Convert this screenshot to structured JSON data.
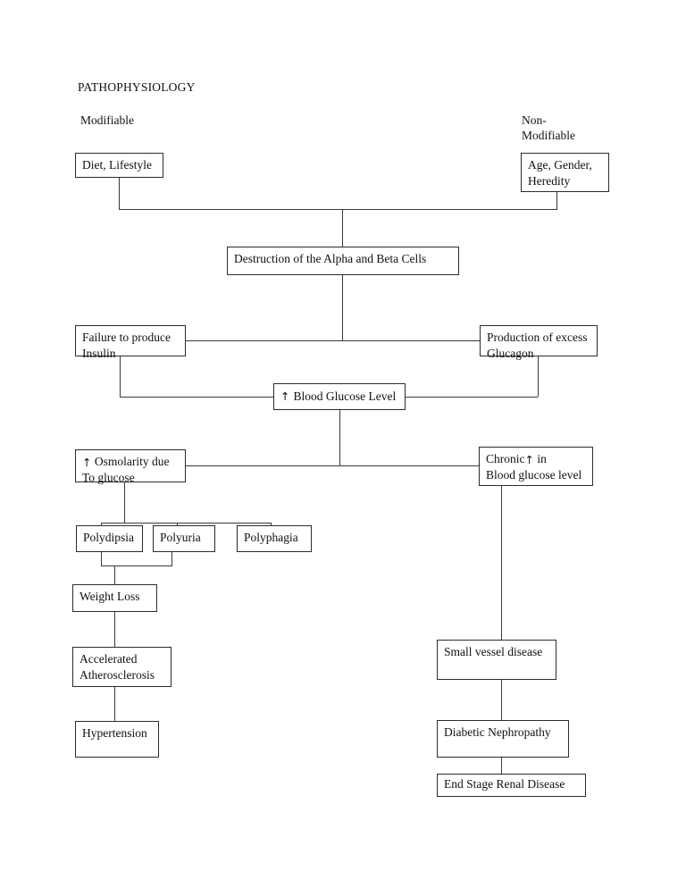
{
  "page": {
    "title": "PATHOPHYSIOLOGY",
    "background": "#ffffff",
    "line_color": "#3a3a3a",
    "border_color": "#2b2b2b",
    "text_color": "#111111"
  },
  "column_labels": {
    "left": "Modifiable",
    "right": "Non-\nModifiable"
  },
  "arrow_glyph": "↑",
  "nodes": {
    "diet_lifestyle": "Diet, Lifestyle",
    "age_gender_heredity": "Age, Gender,\nHeredity",
    "destruction_cells": "Destruction of the Alpha and Beta Cells",
    "failure_insulin": "Failure to produce\nInsulin",
    "excess_glucagon": "Production of excess\nGlucagon",
    "blood_glucose_level": "Blood Glucose Level",
    "osmolarity": " Osmolarity due\nTo glucose",
    "chronic_prefix": "Chronic",
    "chronic_suffix": " in\nBlood glucose level",
    "polydipsia": "Polydipsia",
    "polyuria": "Polyuria",
    "polyphagia": "Polyphagia",
    "weight_loss": "Weight Loss",
    "accelerated_atherosclerosis": "Accelerated\nAtherosclerosis",
    "hypertension": "Hypertension",
    "small_vessel_disease": "Small vessel disease",
    "diabetic_nephropathy": "Diabetic Nephropathy",
    "end_stage_renal_disease": "End Stage Renal Disease"
  },
  "chart_data": {
    "type": "diagram",
    "title": "PATHOPHYSIOLOGY",
    "subtype": "flowchart",
    "groups": [
      {
        "name": "Modifiable",
        "members": [
          "Diet, Lifestyle"
        ]
      },
      {
        "name": "Non-Modifiable",
        "members": [
          "Age, Gender, Heredity"
        ]
      }
    ],
    "nodes": [
      "Diet, Lifestyle",
      "Age, Gender, Heredity",
      "Destruction of the Alpha and Beta Cells",
      "Failure to produce Insulin",
      "Production of excess Glucagon",
      "↑ Blood Glucose Level",
      "↑ Osmolarity due To glucose",
      "Chronic ↑ in Blood glucose level",
      "Polydipsia",
      "Polyuria",
      "Polyphagia",
      "Weight Loss",
      "Accelerated Atherosclerosis",
      "Hypertension",
      "Small vessel disease",
      "Diabetic Nephropathy",
      "End Stage Renal Disease"
    ],
    "edges": [
      {
        "from": "Diet, Lifestyle",
        "to": "Destruction of the Alpha and Beta Cells"
      },
      {
        "from": "Age, Gender, Heredity",
        "to": "Destruction of the Alpha and Beta Cells"
      },
      {
        "from": "Destruction of the Alpha and Beta Cells",
        "to": "Failure to produce Insulin"
      },
      {
        "from": "Destruction of the Alpha and Beta Cells",
        "to": "Production of excess Glucagon"
      },
      {
        "from": "Failure to produce Insulin",
        "to": "↑ Blood Glucose Level"
      },
      {
        "from": "Production of excess Glucagon",
        "to": "↑ Blood Glucose Level"
      },
      {
        "from": "↑ Blood Glucose Level",
        "to": "↑ Osmolarity due To glucose"
      },
      {
        "from": "↑ Blood Glucose Level",
        "to": "Chronic ↑ in Blood glucose level"
      },
      {
        "from": "↑ Osmolarity due To glucose",
        "to": "Polydipsia"
      },
      {
        "from": "↑ Osmolarity due To glucose",
        "to": "Polyuria"
      },
      {
        "from": "↑ Osmolarity due To glucose",
        "to": "Polyphagia"
      },
      {
        "from": "Polydipsia",
        "to": "Weight Loss"
      },
      {
        "from": "Polyuria",
        "to": "Weight Loss"
      },
      {
        "from": "Weight Loss",
        "to": "Accelerated Atherosclerosis"
      },
      {
        "from": "Accelerated Atherosclerosis",
        "to": "Hypertension"
      },
      {
        "from": "Chronic ↑ in Blood glucose level",
        "to": "Small vessel disease"
      },
      {
        "from": "Small vessel disease",
        "to": "Diabetic Nephropathy"
      },
      {
        "from": "Diabetic Nephropathy",
        "to": "End Stage Renal Disease"
      }
    ]
  }
}
